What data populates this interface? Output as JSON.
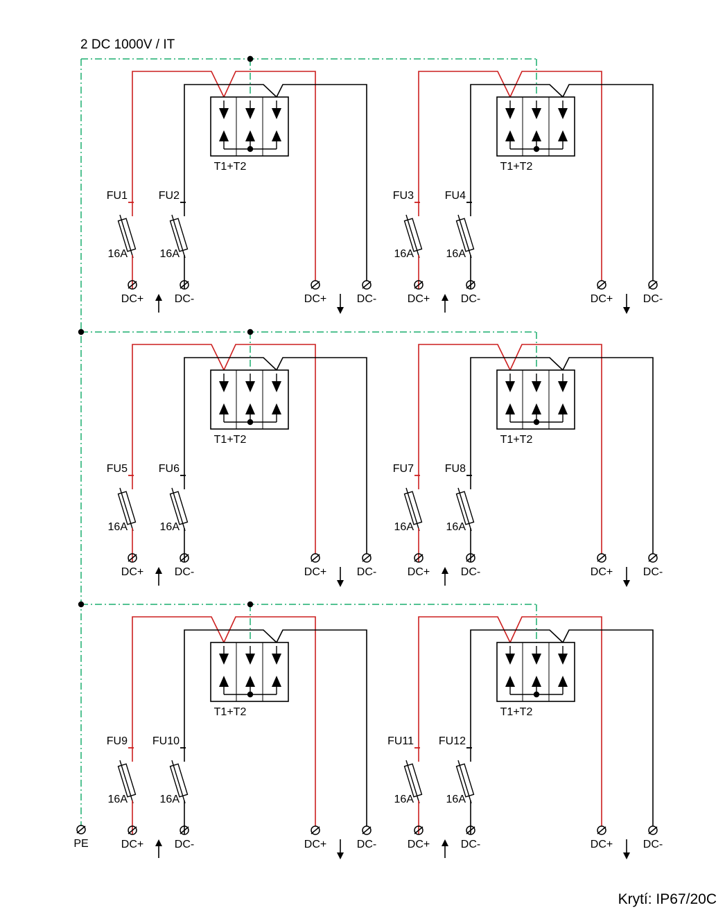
{
  "title": "2 DC 1000V / IT",
  "footer": "Krytí: IP67/20C",
  "colors": {
    "positive": "#cc1f1f",
    "negative": "#000000",
    "pe": "#1aae6f"
  },
  "pe_label": "PE",
  "surge_label": "T1+T2",
  "terminal_labels": {
    "pos": "DC+",
    "neg": "DC-"
  },
  "fuse_rating": "16A",
  "circuits": [
    {
      "fu_pos": "FU1",
      "fu_neg": "FU2"
    },
    {
      "fu_pos": "FU3",
      "fu_neg": "FU4"
    },
    {
      "fu_pos": "FU5",
      "fu_neg": "FU6"
    },
    {
      "fu_pos": "FU7",
      "fu_neg": "FU8"
    },
    {
      "fu_pos": "FU9",
      "fu_neg": "FU10"
    },
    {
      "fu_pos": "FU11",
      "fu_neg": "FU12"
    }
  ],
  "icons": {
    "input_arrow": "arrow-up-icon",
    "output_arrow": "arrow-down-icon",
    "terminal": "terminal-icon"
  }
}
